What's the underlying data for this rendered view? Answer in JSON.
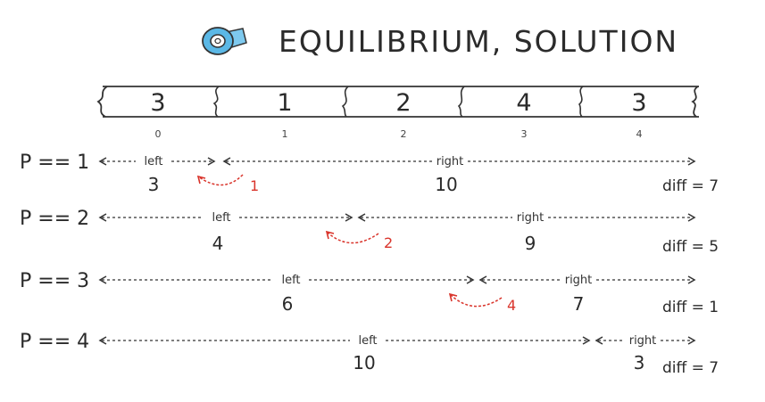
{
  "title": "EQUILIBRIUM, SOLUTION",
  "icon": "tape-roll-icon",
  "colors": {
    "tape": "#5bb8e6",
    "accent_red": "#d9342b",
    "ink": "#2a2a2a"
  },
  "array": [
    {
      "value": "3",
      "index": "0"
    },
    {
      "value": "1",
      "index": "1"
    },
    {
      "value": "2",
      "index": "2"
    },
    {
      "value": "4",
      "index": "3"
    },
    {
      "value": "3",
      "index": "4"
    }
  ],
  "rows": [
    {
      "p_label": "P == 1",
      "left_label": "left",
      "right_label": "right",
      "left_sum": "3",
      "right_sum": "10",
      "diff": "diff = 7",
      "step": "1"
    },
    {
      "p_label": "P == 2",
      "left_label": "left",
      "right_label": "right",
      "left_sum": "4",
      "right_sum": "9",
      "diff": "diff = 5",
      "step": "2"
    },
    {
      "p_label": "P == 3",
      "left_label": "left",
      "right_label": "right",
      "left_sum": "6",
      "right_sum": "7",
      "diff": "diff = 1",
      "step": "4"
    },
    {
      "p_label": "P == 4",
      "left_label": "left",
      "right_label": "right",
      "left_sum": "10",
      "right_sum": "3",
      "diff": "diff = 7",
      "step": ""
    }
  ]
}
